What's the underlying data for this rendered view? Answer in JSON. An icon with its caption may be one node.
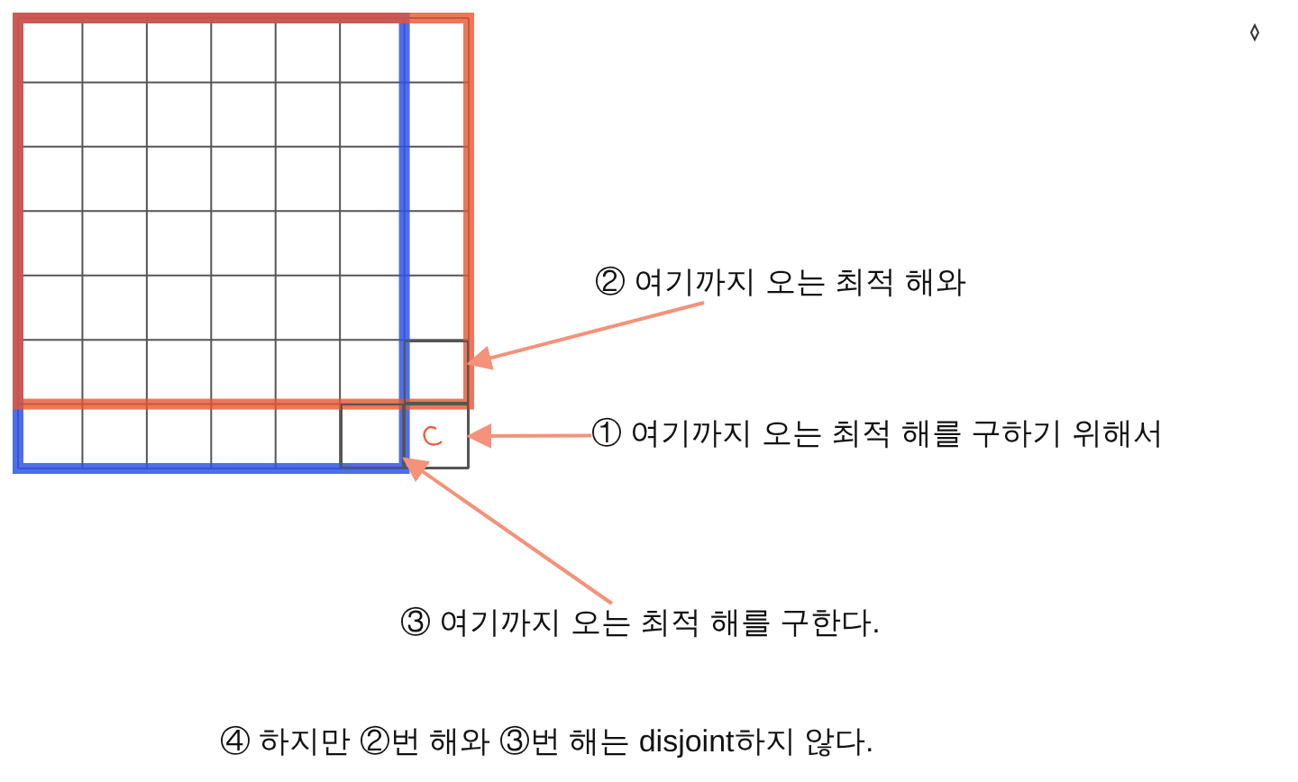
{
  "diagram": {
    "nodes": [
      {
        "text": [
          "② 여기까지 오는 최적 해와"
        ]
      },
      {
        "text": [],
        "shape": "box"
      },
      {
        "text": [
          "① 여기까지 오는 최적 해를 구하기 위해서"
        ]
      },
      {
        "text": [],
        "shape": "box"
      },
      {
        "text": [],
        "shape": "box"
      },
      {
        "text": [
          "③ 여기까지 오는 최적 해를 구한다."
        ]
      }
    ],
    "edges": [
      {
        "from": 0,
        "to": 1,
        "arrow": "to"
      },
      {
        "from": 2,
        "to": 3,
        "arrow": "to"
      },
      {
        "from": 5,
        "to": 4,
        "arrow": "to"
      }
    ],
    "labels": [
      "④ 하지만 ②번 해와 ③번 해는 disjoint하지 않다."
    ]
  }
}
